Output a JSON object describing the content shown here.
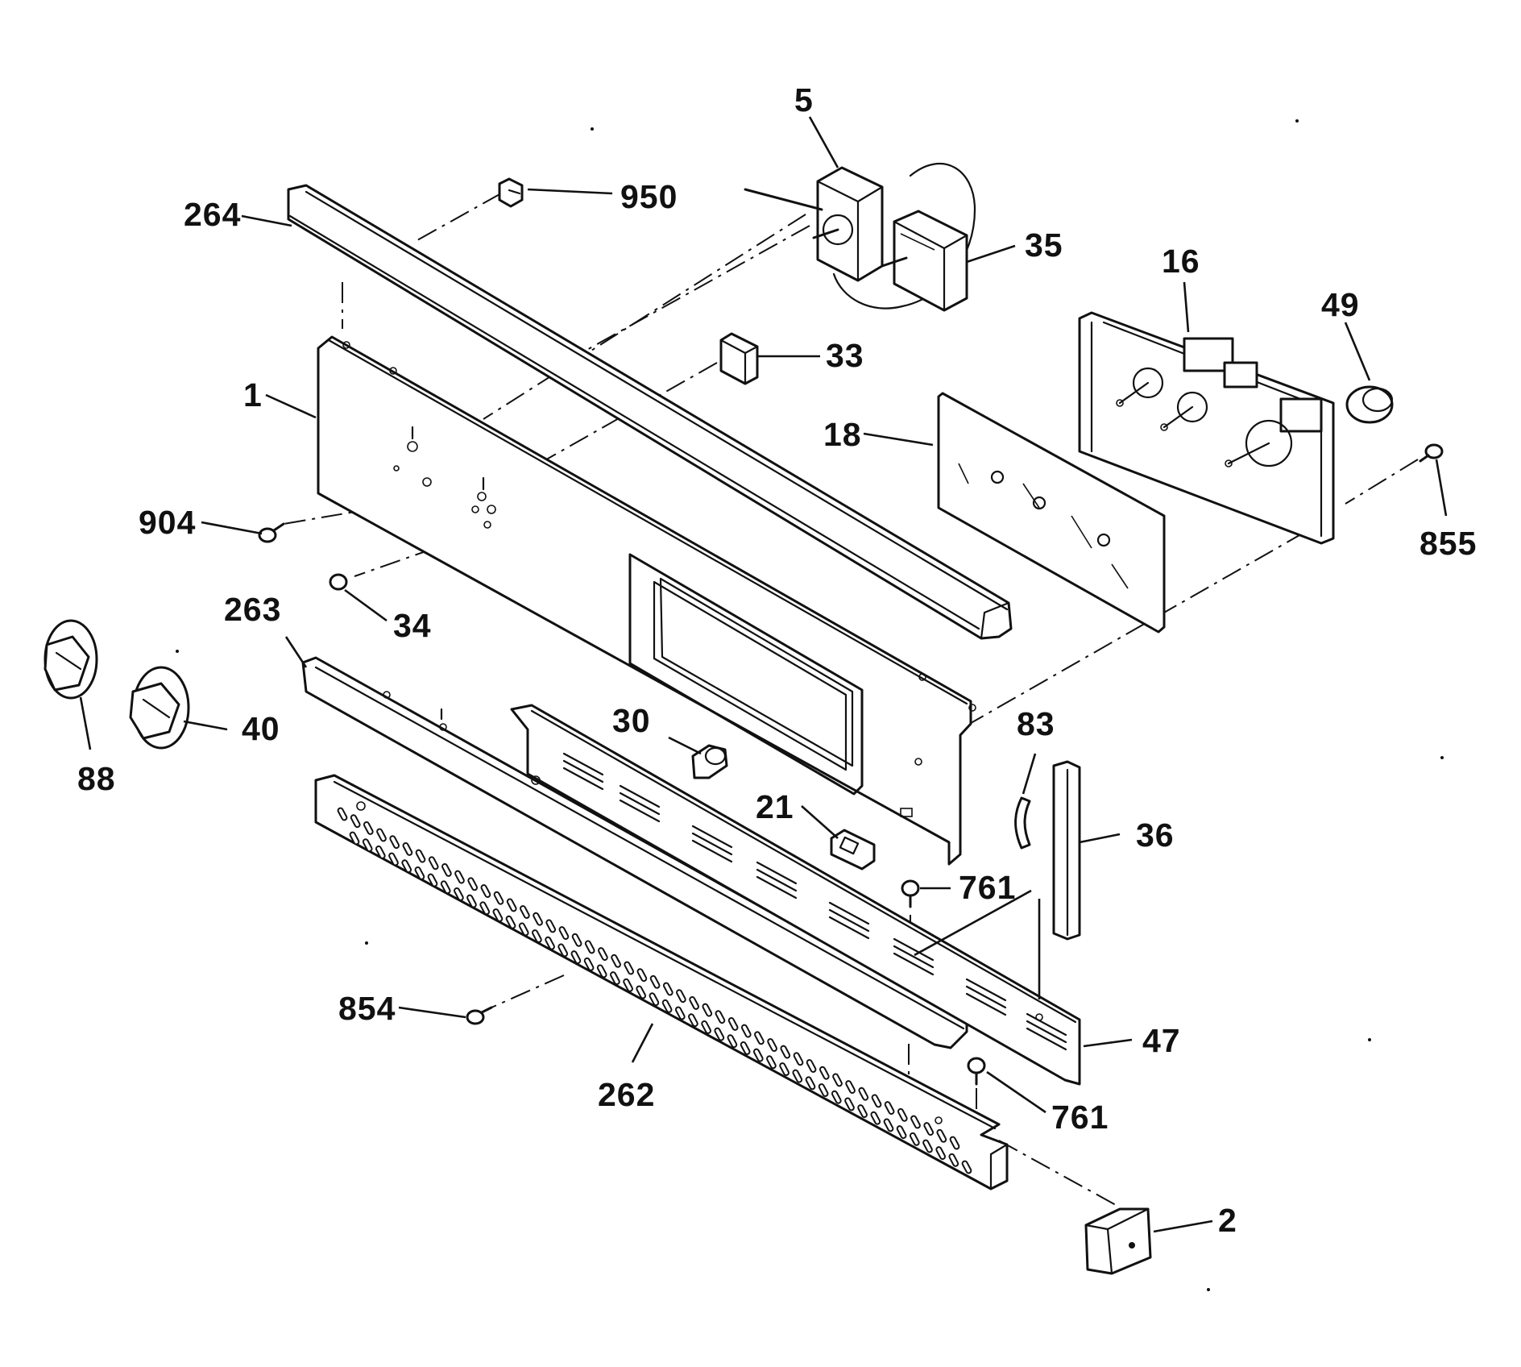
{
  "diagram": {
    "callouts": [
      {
        "id": "5",
        "text": "5"
      },
      {
        "id": "950",
        "text": "950"
      },
      {
        "id": "264",
        "text": "264"
      },
      {
        "id": "35",
        "text": "35"
      },
      {
        "id": "16",
        "text": "16"
      },
      {
        "id": "49",
        "text": "49"
      },
      {
        "id": "33",
        "text": "33"
      },
      {
        "id": "1",
        "text": "1"
      },
      {
        "id": "18",
        "text": "18"
      },
      {
        "id": "904",
        "text": "904"
      },
      {
        "id": "855",
        "text": "855"
      },
      {
        "id": "34",
        "text": "34"
      },
      {
        "id": "263",
        "text": "263"
      },
      {
        "id": "88",
        "text": "88"
      },
      {
        "id": "40",
        "text": "40"
      },
      {
        "id": "30",
        "text": "30"
      },
      {
        "id": "83",
        "text": "83"
      },
      {
        "id": "36",
        "text": "36"
      },
      {
        "id": "21",
        "text": "21"
      },
      {
        "id": "761a",
        "text": "761"
      },
      {
        "id": "854",
        "text": "854"
      },
      {
        "id": "47",
        "text": "47"
      },
      {
        "id": "262",
        "text": "262"
      },
      {
        "id": "761b",
        "text": "761"
      },
      {
        "id": "2",
        "text": "2"
      }
    ]
  }
}
